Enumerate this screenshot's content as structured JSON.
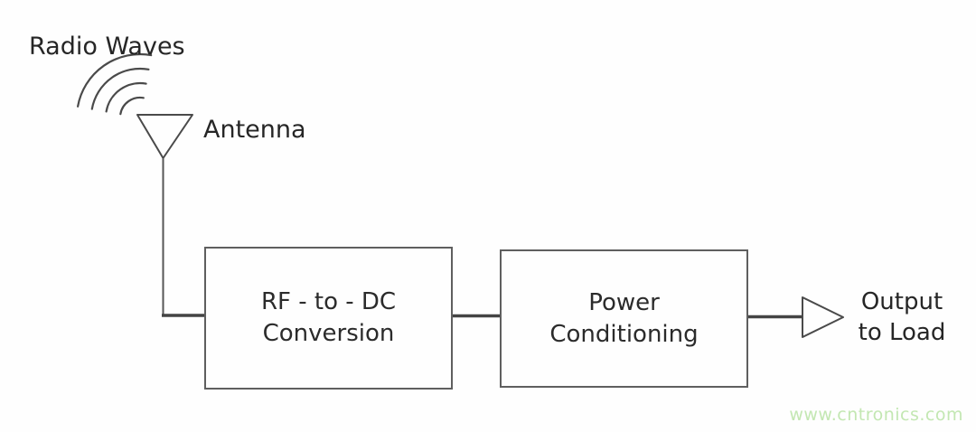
{
  "diagram": {
    "title_semantic": "rf-energy-harvesting-block-diagram",
    "source_label": "Radio Waves",
    "antenna_label": "Antenna",
    "blocks": [
      {
        "id": "rf-to-dc-conversion",
        "line1": "RF - to - DC",
        "line2": "Conversion"
      },
      {
        "id": "power-conditioning",
        "line1": "Power",
        "line2": "Conditioning"
      }
    ],
    "output": {
      "line1": "Output",
      "line2": "to Load"
    },
    "colors": {
      "background": "#fefefe",
      "line": "#4a4a4a",
      "box_border": "#5f5f5f",
      "text": "#2b2b2b"
    }
  },
  "watermark": {
    "text": "www.cntronics.com",
    "color": "#c3e7b2"
  }
}
